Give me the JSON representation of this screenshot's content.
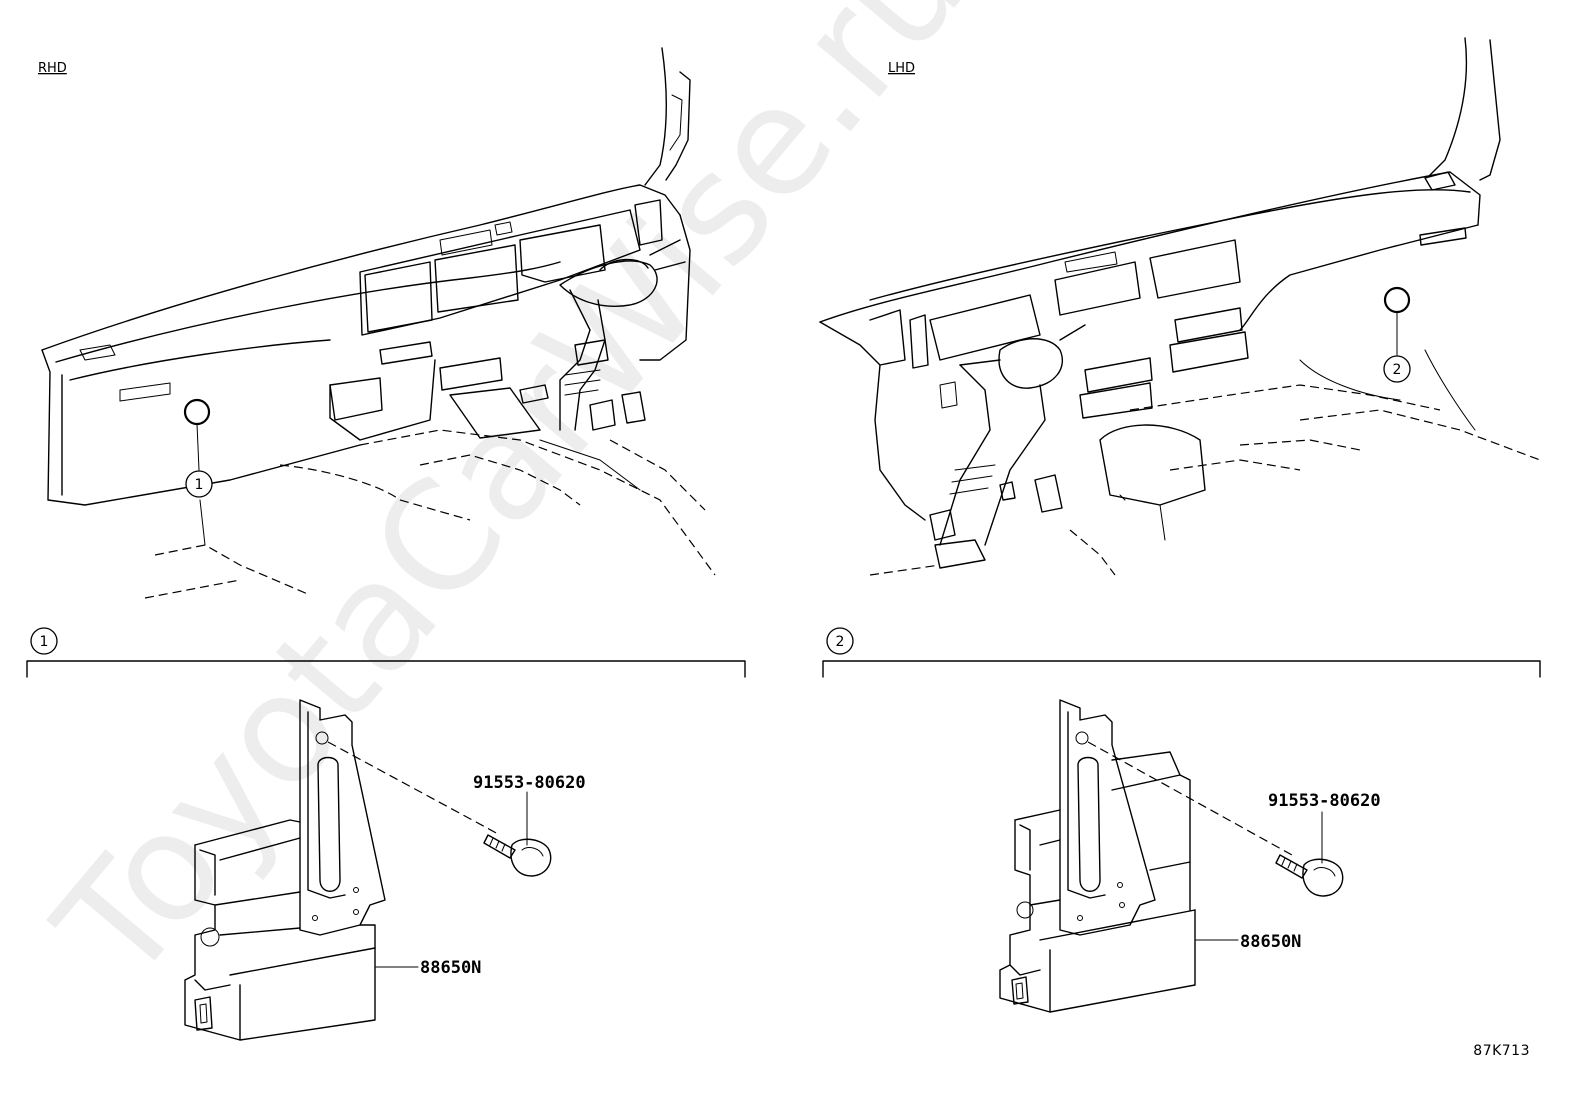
{
  "diagram": {
    "views": {
      "rhd": {
        "label": "RHD",
        "callout": "1"
      },
      "lhd": {
        "label": "LHD",
        "callout": "2"
      }
    },
    "details": [
      {
        "callout": "1",
        "bolt_part": "91553-80620",
        "ecu_part": "88650N"
      },
      {
        "callout": "2",
        "bolt_part": "91553-80620",
        "ecu_part": "88650N"
      }
    ],
    "watermark": "ToyotaCarWise.ru",
    "drawing_code": "87K713"
  }
}
